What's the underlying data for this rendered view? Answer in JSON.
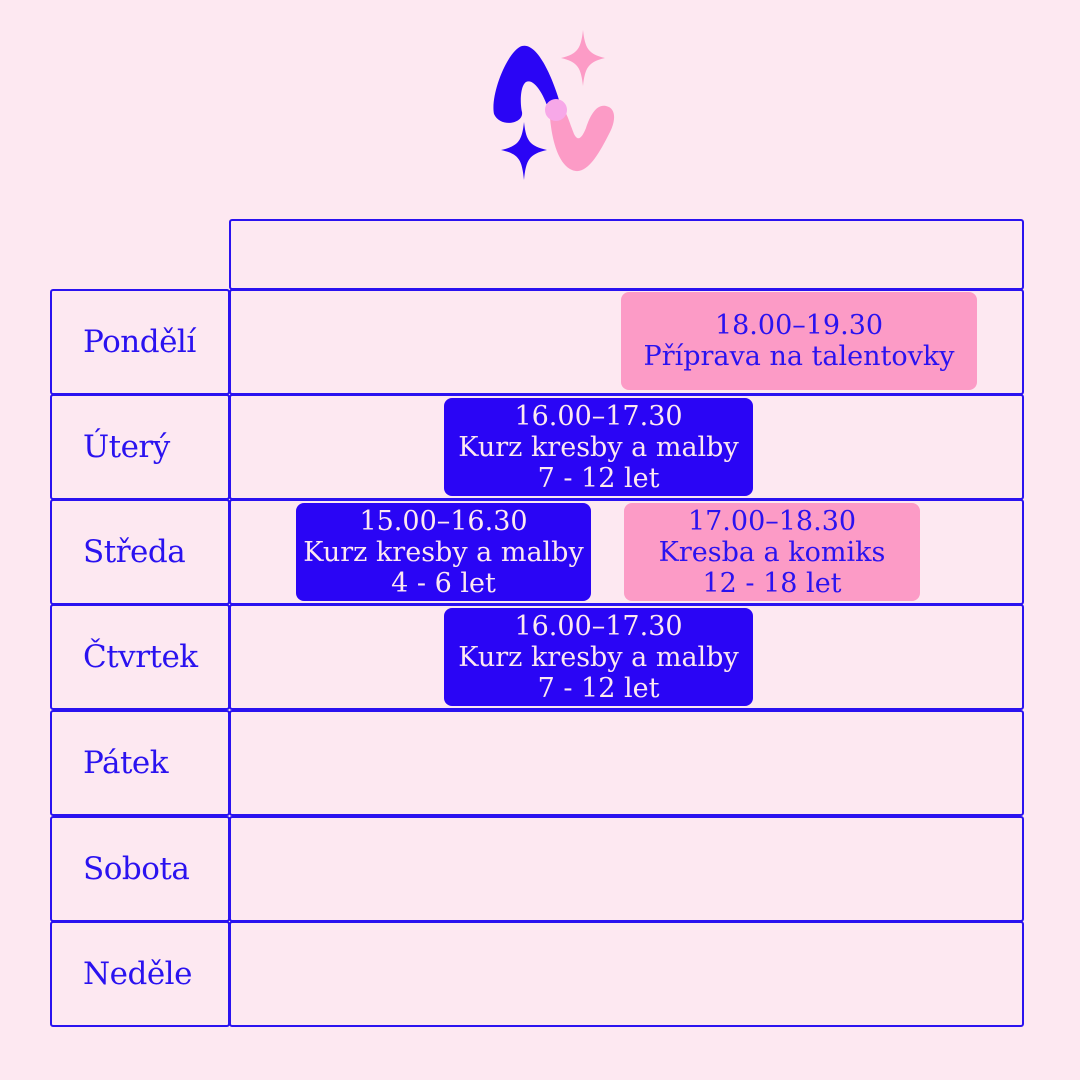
{
  "colors": {
    "background": "#fde8f1",
    "ink": "#2a12f0",
    "blue_event": "#2a05f5",
    "pink_event": "#fc9bc6"
  },
  "logo": {
    "icon": "brand-logo-icon"
  },
  "days": [
    {
      "label": "Pondělí"
    },
    {
      "label": "Úterý"
    },
    {
      "label": "Středa"
    },
    {
      "label": "Čtvrtek"
    },
    {
      "label": "Pátek"
    },
    {
      "label": "Sobota"
    },
    {
      "label": "Neděle"
    }
  ],
  "events": {
    "pondeli_1": {
      "time": "18.00–19.30",
      "title": "Příprava na talentovky",
      "age": ""
    },
    "utery_1": {
      "time": "16.00–17.30",
      "title": "Kurz kresby a malby",
      "age": "7 - 12 let"
    },
    "streda_1": {
      "time": "15.00–16.30",
      "title": "Kurz kresby a malby",
      "age": "4 - 6 let"
    },
    "streda_2": {
      "time": "17.00–18.30",
      "title": "Kresba a komiks",
      "age": "12 - 18 let"
    },
    "ctvrtek_1": {
      "time": "16.00–17.30",
      "title": "Kurz kresby a malby",
      "age": "7 - 12 let"
    }
  }
}
